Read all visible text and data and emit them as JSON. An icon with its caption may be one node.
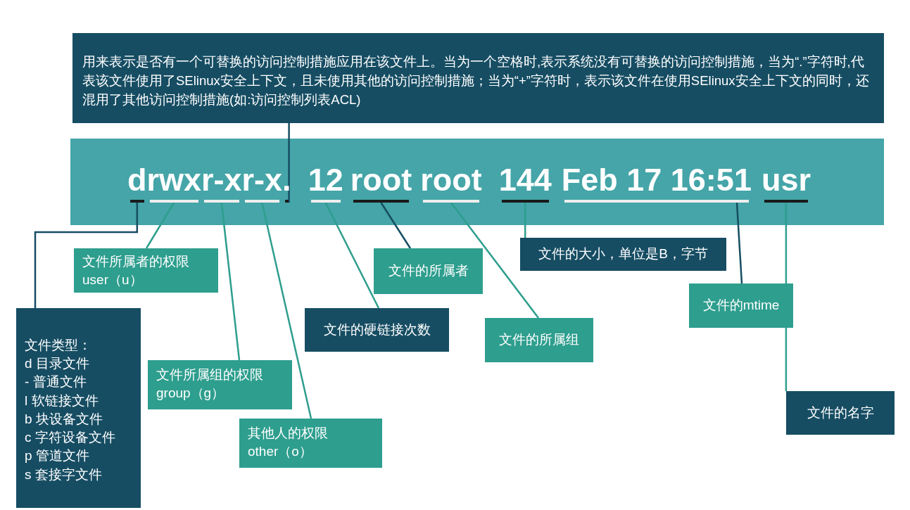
{
  "diagram": {
    "nodes": [
      {
        "text": [
          "用来表示是否有一个可替换的访问控制措施应用在该文件上。当为一个空格时,表示系统没有可替换的访问控制措施，当为“.”字符时,代表该文件使用了SElinux安全上下文，且未使用其他的访问控制措施；当为“+”字符时，表示该文件在使用SElinux安全上下文的同时，还混用了其他访问控制措施(如:访问控制列表ACL)"
        ]
      },
      {
        "text": [],
        "shape": "bar"
      },
      {
        "text": [
          "d"
        ],
        "in": 1
      },
      {
        "text": [
          "rwx"
        ],
        "in": 1
      },
      {
        "text": [
          "r-x"
        ],
        "in": 1
      },
      {
        "text": [
          "r-x"
        ],
        "in": 1
      },
      {
        "text": [
          "."
        ],
        "in": 1
      },
      {
        "text": [
          "12"
        ],
        "in": 1
      },
      {
        "text": [
          "root"
        ],
        "in": 1
      },
      {
        "text": [
          "root"
        ],
        "in": 1
      },
      {
        "text": [
          "144"
        ],
        "in": 1
      },
      {
        "text": [
          "Feb 17 16:51"
        ],
        "in": 1
      },
      {
        "text": [
          "usr"
        ],
        "in": 1
      },
      {
        "text": [
          "文件所属者的权限",
          "user（u）"
        ]
      },
      {
        "text": [
          "文件的所属者"
        ]
      },
      {
        "text": [
          "文件的大小，单位是B，字节"
        ]
      },
      {
        "text": [
          "文件类型：",
          "d 目录文件",
          "- 普通文件",
          "l 软链接文件",
          "b 块设备文件",
          "c 字符设备文件",
          "p 管道文件",
          "s 套接字文件"
        ]
      },
      {
        "text": [
          "文件的硬链接次数"
        ]
      },
      {
        "text": [
          "文件的所属组"
        ]
      },
      {
        "text": [
          "文件的mtime"
        ]
      },
      {
        "text": [
          "文件所属组的权限",
          "group（g）"
        ]
      },
      {
        "text": [
          "其他人的权限",
          "other（o）"
        ]
      },
      {
        "text": [
          "文件的名字"
        ]
      }
    ],
    "edges": [
      {
        "from": 0,
        "to": 6,
        "arrow": "none",
        "color": "#164d63"
      },
      {
        "from": 13,
        "to": 3,
        "arrow": "none"
      },
      {
        "from": 14,
        "to": 8,
        "arrow": "none",
        "color": "#164d63"
      },
      {
        "from": 15,
        "to": 10,
        "arrow": "none"
      },
      {
        "from": 16,
        "to": 2,
        "arrow": "none",
        "color": "#164d63"
      },
      {
        "from": 17,
        "to": 7,
        "arrow": "none"
      },
      {
        "from": 18,
        "to": 9,
        "arrow": "none"
      },
      {
        "from": 19,
        "to": 11,
        "arrow": "none",
        "color": "#164d63"
      },
      {
        "from": 20,
        "to": 4,
        "arrow": "none"
      },
      {
        "from": 21,
        "to": 5,
        "arrow": "none"
      },
      {
        "from": 22,
        "to": 12,
        "arrow": "none"
      }
    ]
  }
}
